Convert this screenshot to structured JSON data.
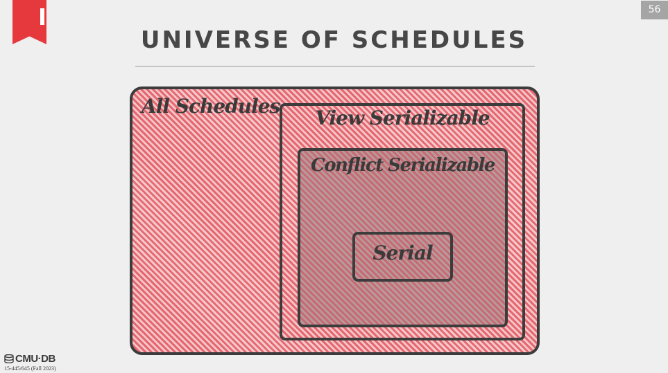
{
  "slide": {
    "number": "56",
    "title": "UNIVERSE OF SCHEDULES",
    "accent_color": "#e6393e"
  },
  "diagram": {
    "sets": [
      {
        "label": "All Schedules"
      },
      {
        "label": "View Serializable"
      },
      {
        "label": "Conflict Serializable"
      },
      {
        "label": "Serial"
      }
    ],
    "fill_color": "#e46870",
    "border_color": "#3c3c3c"
  },
  "footer": {
    "logo_text": "CMU·DB",
    "logo_icon": "database-icon",
    "course": "15-445/645 (Fall 2023)"
  }
}
